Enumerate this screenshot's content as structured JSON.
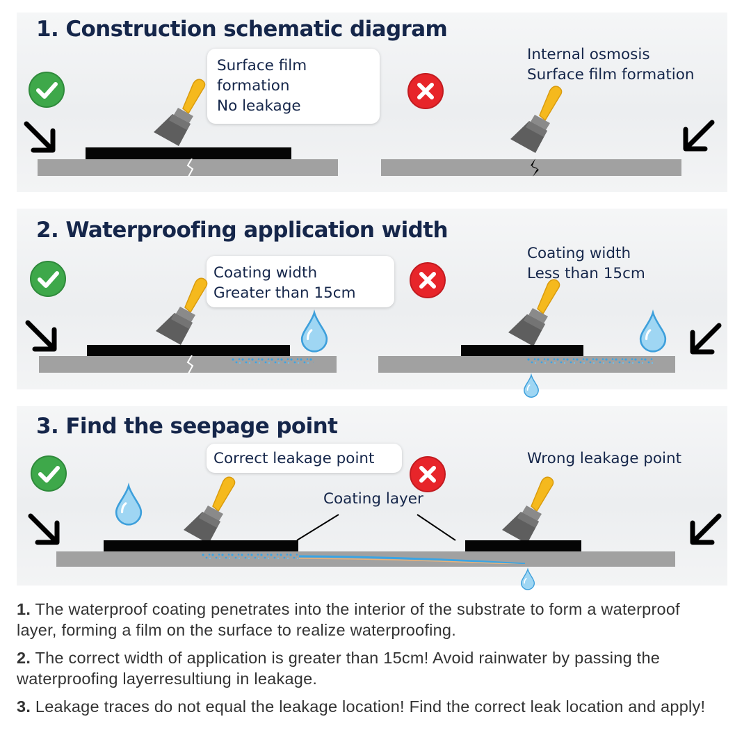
{
  "colors": {
    "heading": "#15264a",
    "check": "#3ea84a",
    "cross": "#e7252a",
    "brush_handle": "#f5b91d",
    "water": "#4aa8e0",
    "substrate": "#a1a1a1",
    "coating": "#050505"
  },
  "sections": [
    {
      "heading": "1. Construction schematic diagram",
      "correct": {
        "icon": "check-icon",
        "label_lines": [
          "Surface film",
          "formation",
          "No leakage"
        ]
      },
      "wrong": {
        "icon": "cross-icon",
        "label_lines": [
          "Internal osmosis",
          "Surface film formation"
        ]
      }
    },
    {
      "heading": "2. Waterproofing application width",
      "correct": {
        "icon": "check-icon",
        "label_lines": [
          "Coating width",
          "Greater than 15cm"
        ]
      },
      "wrong": {
        "icon": "cross-icon",
        "label_lines": [
          "Coating width",
          "Less than 15cm"
        ]
      }
    },
    {
      "heading": "3. Find the seepage point",
      "correct": {
        "icon": "check-icon",
        "label_lines": [
          "Correct leakage point"
        ]
      },
      "wrong": {
        "icon": "cross-icon",
        "label_lines": [
          "Wrong leakage point"
        ]
      },
      "center_label": "Coating layer"
    }
  ],
  "notes": [
    {
      "num": "1.",
      "text": " The waterproof coating penetrates into the interior of the substrate to form a waterproof layer, forming a film on the surface to realize waterproofing."
    },
    {
      "num": "2.",
      "text": " The correct width of application is greater than 15cm! Avoid rainwater by passing the waterproofing layerresultiung in leakage."
    },
    {
      "num": "3.",
      "text": " Leakage traces do not equal the leakage location! Find the correct leak location and apply!"
    }
  ]
}
